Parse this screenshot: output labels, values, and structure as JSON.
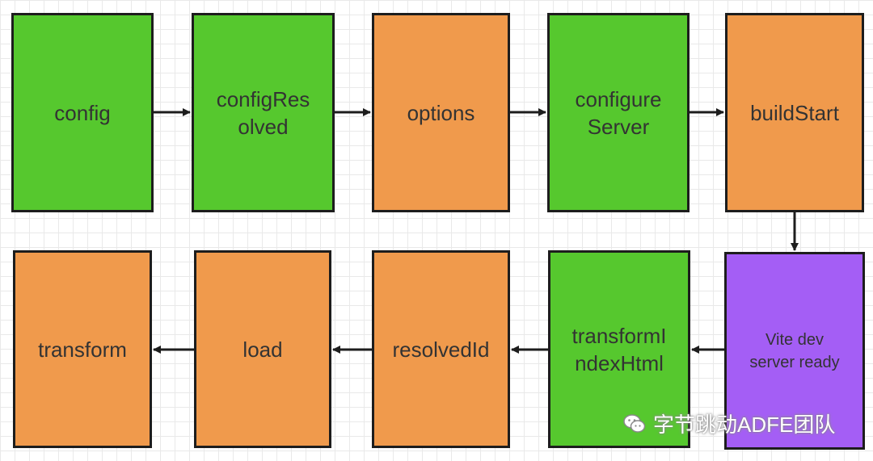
{
  "nodes": [
    {
      "id": "config",
      "label": "config",
      "color": "#56c82e"
    },
    {
      "id": "configResolved",
      "label": "configRes\nolved",
      "color": "#56c82e"
    },
    {
      "id": "options",
      "label": "options",
      "color": "#f09a4c"
    },
    {
      "id": "configureServer",
      "label": "configure\nServer",
      "color": "#56c82e"
    },
    {
      "id": "buildStart",
      "label": "buildStart",
      "color": "#f09a4c"
    },
    {
      "id": "viteDevServerReady",
      "label": "Vite dev\nserver ready",
      "color": "#a45ef5"
    },
    {
      "id": "transformIndexHtml",
      "label": "transformI\nndexHtml",
      "color": "#56c82e"
    },
    {
      "id": "resolvedId",
      "label": "resolvedId",
      "color": "#f09a4c"
    },
    {
      "id": "load",
      "label": "load",
      "color": "#f09a4c"
    },
    {
      "id": "transform",
      "label": "transform",
      "color": "#f09a4c"
    }
  ],
  "edges": [
    {
      "from": "config",
      "to": "configResolved"
    },
    {
      "from": "configResolved",
      "to": "options"
    },
    {
      "from": "options",
      "to": "configureServer"
    },
    {
      "from": "configureServer",
      "to": "buildStart"
    },
    {
      "from": "buildStart",
      "to": "viteDevServerReady"
    },
    {
      "from": "viteDevServerReady",
      "to": "transformIndexHtml"
    },
    {
      "from": "transformIndexHtml",
      "to": "resolvedId"
    },
    {
      "from": "resolvedId",
      "to": "load"
    },
    {
      "from": "load",
      "to": "transform"
    }
  ],
  "watermark": {
    "text": "字节跳动ADFE团队",
    "icon": "wechat-icon"
  }
}
